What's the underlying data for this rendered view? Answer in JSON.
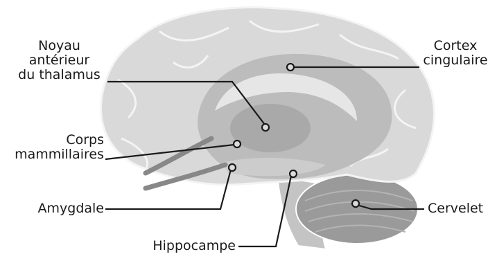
{
  "labels": {
    "noyau": "Noyau\nantérieur\ndu thalamus",
    "cortex": "Cortex\ncingulaire",
    "corps": "Corps\nmammillaires",
    "amygdale": "Amygdale",
    "hippocampe": "Hippocampe",
    "cervelet": "Cervelet"
  },
  "colors": {
    "cortex_fill": "#d9d9d9",
    "cortex_outline": "#ffffff",
    "limbic_fill": "#bcbcbc",
    "inner_fill": "#a9a9a9",
    "cerebellum_fill": "#9a9a9a",
    "brainstem_fill": "#c4c4c4",
    "line": "#1a1a1a"
  }
}
